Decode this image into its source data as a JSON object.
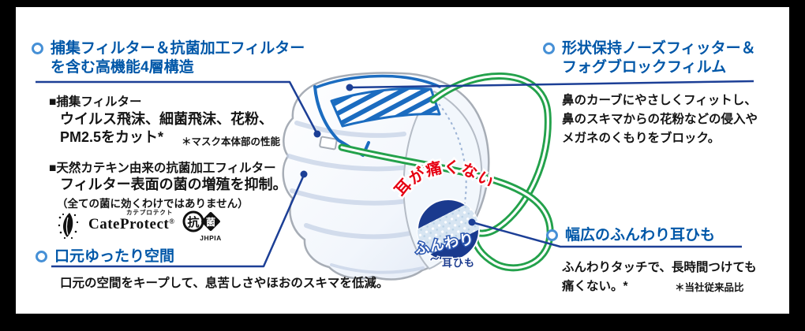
{
  "colors": {
    "heading_blue": "#0057a8",
    "line_navy": "#1c3f96",
    "strap_green": "#23a14b",
    "nose_fitter_blue": "#1b6cc0",
    "circle_navy": "#1a3a8e",
    "accent_red": "#e60012"
  },
  "left": {
    "filter": {
      "title_line1": "捕集フィルター＆抗菌加工フィルター",
      "title_line2": "を含む高機能4層構造",
      "collect_heading": "■捕集フィルター",
      "collect_line1": "ウイルス飛沫、細菌飛沫、花粉、",
      "collect_line2": "PM2.5をカット*",
      "collect_note": "＊マスク本体部の性能",
      "catechin_heading": "■天然カテキン由来の抗菌加工フィルター",
      "catechin_line": "フィルター表面の菌の増殖を抑制。",
      "catechin_caption": "（全ての菌に効くわけではありません）"
    },
    "logos": {
      "cateprotect_kana": "カテプロテクト",
      "cateprotect_name": "CateProtect",
      "cateprotect_reg": "®",
      "kokin_char1": "抗",
      "kokin_char2": "菌",
      "kokin_org": "JHPIA"
    },
    "mouth": {
      "title": "口元ゆったり空間",
      "body": "口元の空間をキープして、息苦しさやほおのスキマを低減。"
    }
  },
  "right": {
    "nose": {
      "title_line1": "形状保持ノーズフィッター＆",
      "title_line2": "フォグブロックフィルム",
      "body_line1": "鼻のカーブにやさしくフィットし、",
      "body_line2": "鼻のスキマからの花粉などの侵入や",
      "body_line3": "メガネのくもりをブロック。"
    },
    "ear": {
      "title": "幅広のふんわり耳ひも",
      "body_line1": "ふんわりタッチで、長時間つけても",
      "body_line2": "痛くない。*",
      "note": "＊当社従来品比"
    }
  },
  "mask": {
    "badge_arc": "耳が痛くない",
    "badge_fluffy": "ふんわり",
    "badge_strap": "耳ひも",
    "badge_tilde": "〜"
  }
}
